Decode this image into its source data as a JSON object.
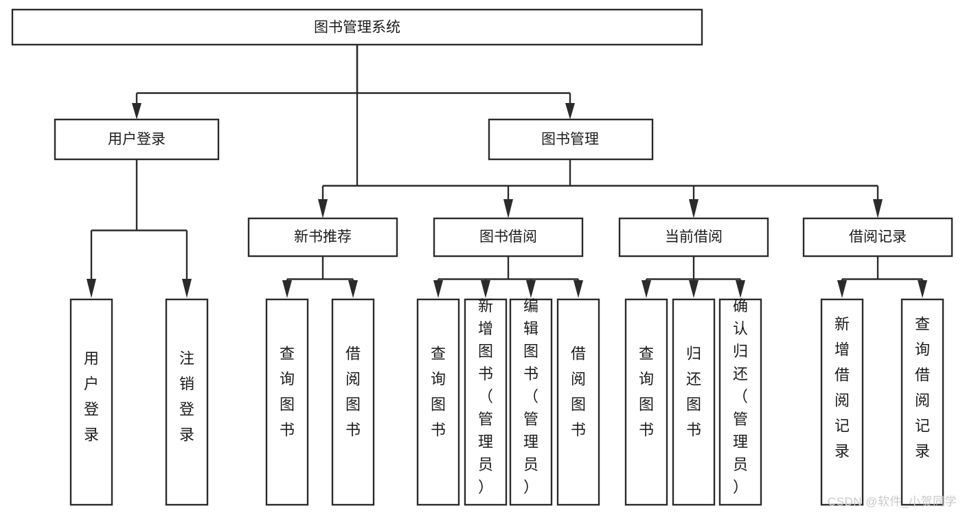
{
  "diagram": {
    "title": "图书管理系统",
    "type": "tree",
    "watermark": "CSDN @软件_小贺同学",
    "colors": {
      "node_fill": "#ffffff",
      "node_stroke": "#2b2b2b",
      "connector": "#2b2b2b",
      "text": "#1b1b1b",
      "watermark": "#c9c9c9",
      "background": "#ffffff"
    },
    "root": {
      "label": "图书管理系统"
    },
    "level2": [
      {
        "label": "用户登录"
      },
      {
        "label": "图书管理"
      }
    ],
    "level3": [
      {
        "label": "新书推荐"
      },
      {
        "label": "图书借阅"
      },
      {
        "label": "当前借阅"
      },
      {
        "label": "借阅记录"
      }
    ],
    "leaves": {
      "user_login": [
        {
          "label": "用户登录"
        },
        {
          "label": "注销登录"
        }
      ],
      "new_book_recommend": [
        {
          "label": "查询图书"
        },
        {
          "label": "借阅图书"
        }
      ],
      "book_borrow": [
        {
          "label": "查询图书"
        },
        {
          "label": "新增图书（管理员）"
        },
        {
          "label": "编辑图书（管理员）"
        },
        {
          "label": "借阅图书"
        }
      ],
      "current_borrow": [
        {
          "label": "查询图书"
        },
        {
          "label": "归还图书"
        },
        {
          "label": "确认归还（管理员）"
        }
      ],
      "borrow_record": [
        {
          "label": "新增借阅记录"
        },
        {
          "label": "查询借阅记录"
        }
      ]
    }
  }
}
